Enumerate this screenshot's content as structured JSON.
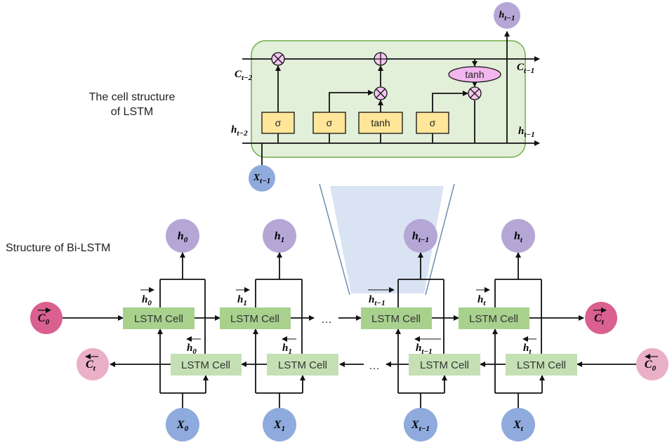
{
  "labels": {
    "cell_title_line1": "The cell structure",
    "cell_title_line2": "of LSTM",
    "bilstm_title": "Structure of Bi-LSTM"
  },
  "cell_detail": {
    "gates": [
      "σ",
      "σ",
      "tanh",
      "σ"
    ],
    "output_tanh": "tanh",
    "multiply_symbol": "⊗",
    "add_symbol": "⊕",
    "c_in": {
      "base": "C",
      "sub": "t−2"
    },
    "c_out": {
      "base": "C",
      "sub": "t−1"
    },
    "h_in": {
      "base": "h",
      "sub": "t−2"
    },
    "h_out": {
      "base": "h",
      "sub": "t−1"
    },
    "h_top": {
      "base": "h",
      "sub": "t−1"
    },
    "x_in": {
      "base": "X",
      "sub": "t−1"
    }
  },
  "bilstm": {
    "cell_label": "LSTM Cell",
    "ellipsis": "…",
    "outputs": [
      {
        "base": "h",
        "sub": "0"
      },
      {
        "base": "h",
        "sub": "1"
      },
      {
        "base": "h",
        "sub": "t−1"
      },
      {
        "base": "h",
        "sub": "t"
      }
    ],
    "inputs": [
      {
        "base": "X",
        "sub": "0"
      },
      {
        "base": "X",
        "sub": "1"
      },
      {
        "base": "X",
        "sub": "t−1"
      },
      {
        "base": "X",
        "sub": "t"
      }
    ],
    "forward_labels": [
      {
        "base": "h",
        "sub": "0"
      },
      {
        "base": "h",
        "sub": "1"
      },
      {
        "base": "h",
        "sub": "t−1"
      },
      {
        "base": "h",
        "sub": "t"
      }
    ],
    "backward_labels": [
      {
        "base": "h",
        "sub": "0"
      },
      {
        "base": "h",
        "sub": "1"
      },
      {
        "base": "h",
        "sub": "t−1"
      },
      {
        "base": "h",
        "sub": "t"
      }
    ],
    "forward_c_start": {
      "base": "C",
      "sub": "0"
    },
    "forward_c_end": {
      "base": "C",
      "sub": "t"
    },
    "backward_c_start": {
      "base": "C",
      "sub": "0"
    },
    "backward_c_end": {
      "base": "C",
      "sub": "t"
    }
  },
  "colors": {
    "cell_bg": "#e2efd9",
    "cell_border": "#70ad47",
    "lstm_cell_fill": "#a9d18e",
    "lstm_cell_back_fill": "#c5e0b4",
    "gate_fill": "#ffe699",
    "op_fill": "#f4c6f0",
    "tanh_fill": "#f4b6ee",
    "output_node": "#b4a7d6",
    "input_node": "#8faadc",
    "c_dark": "#d9608f",
    "c_light": "#eab0c8",
    "zoom_fill": "#dae3f3",
    "zoom_line": "#6f8fb0"
  }
}
